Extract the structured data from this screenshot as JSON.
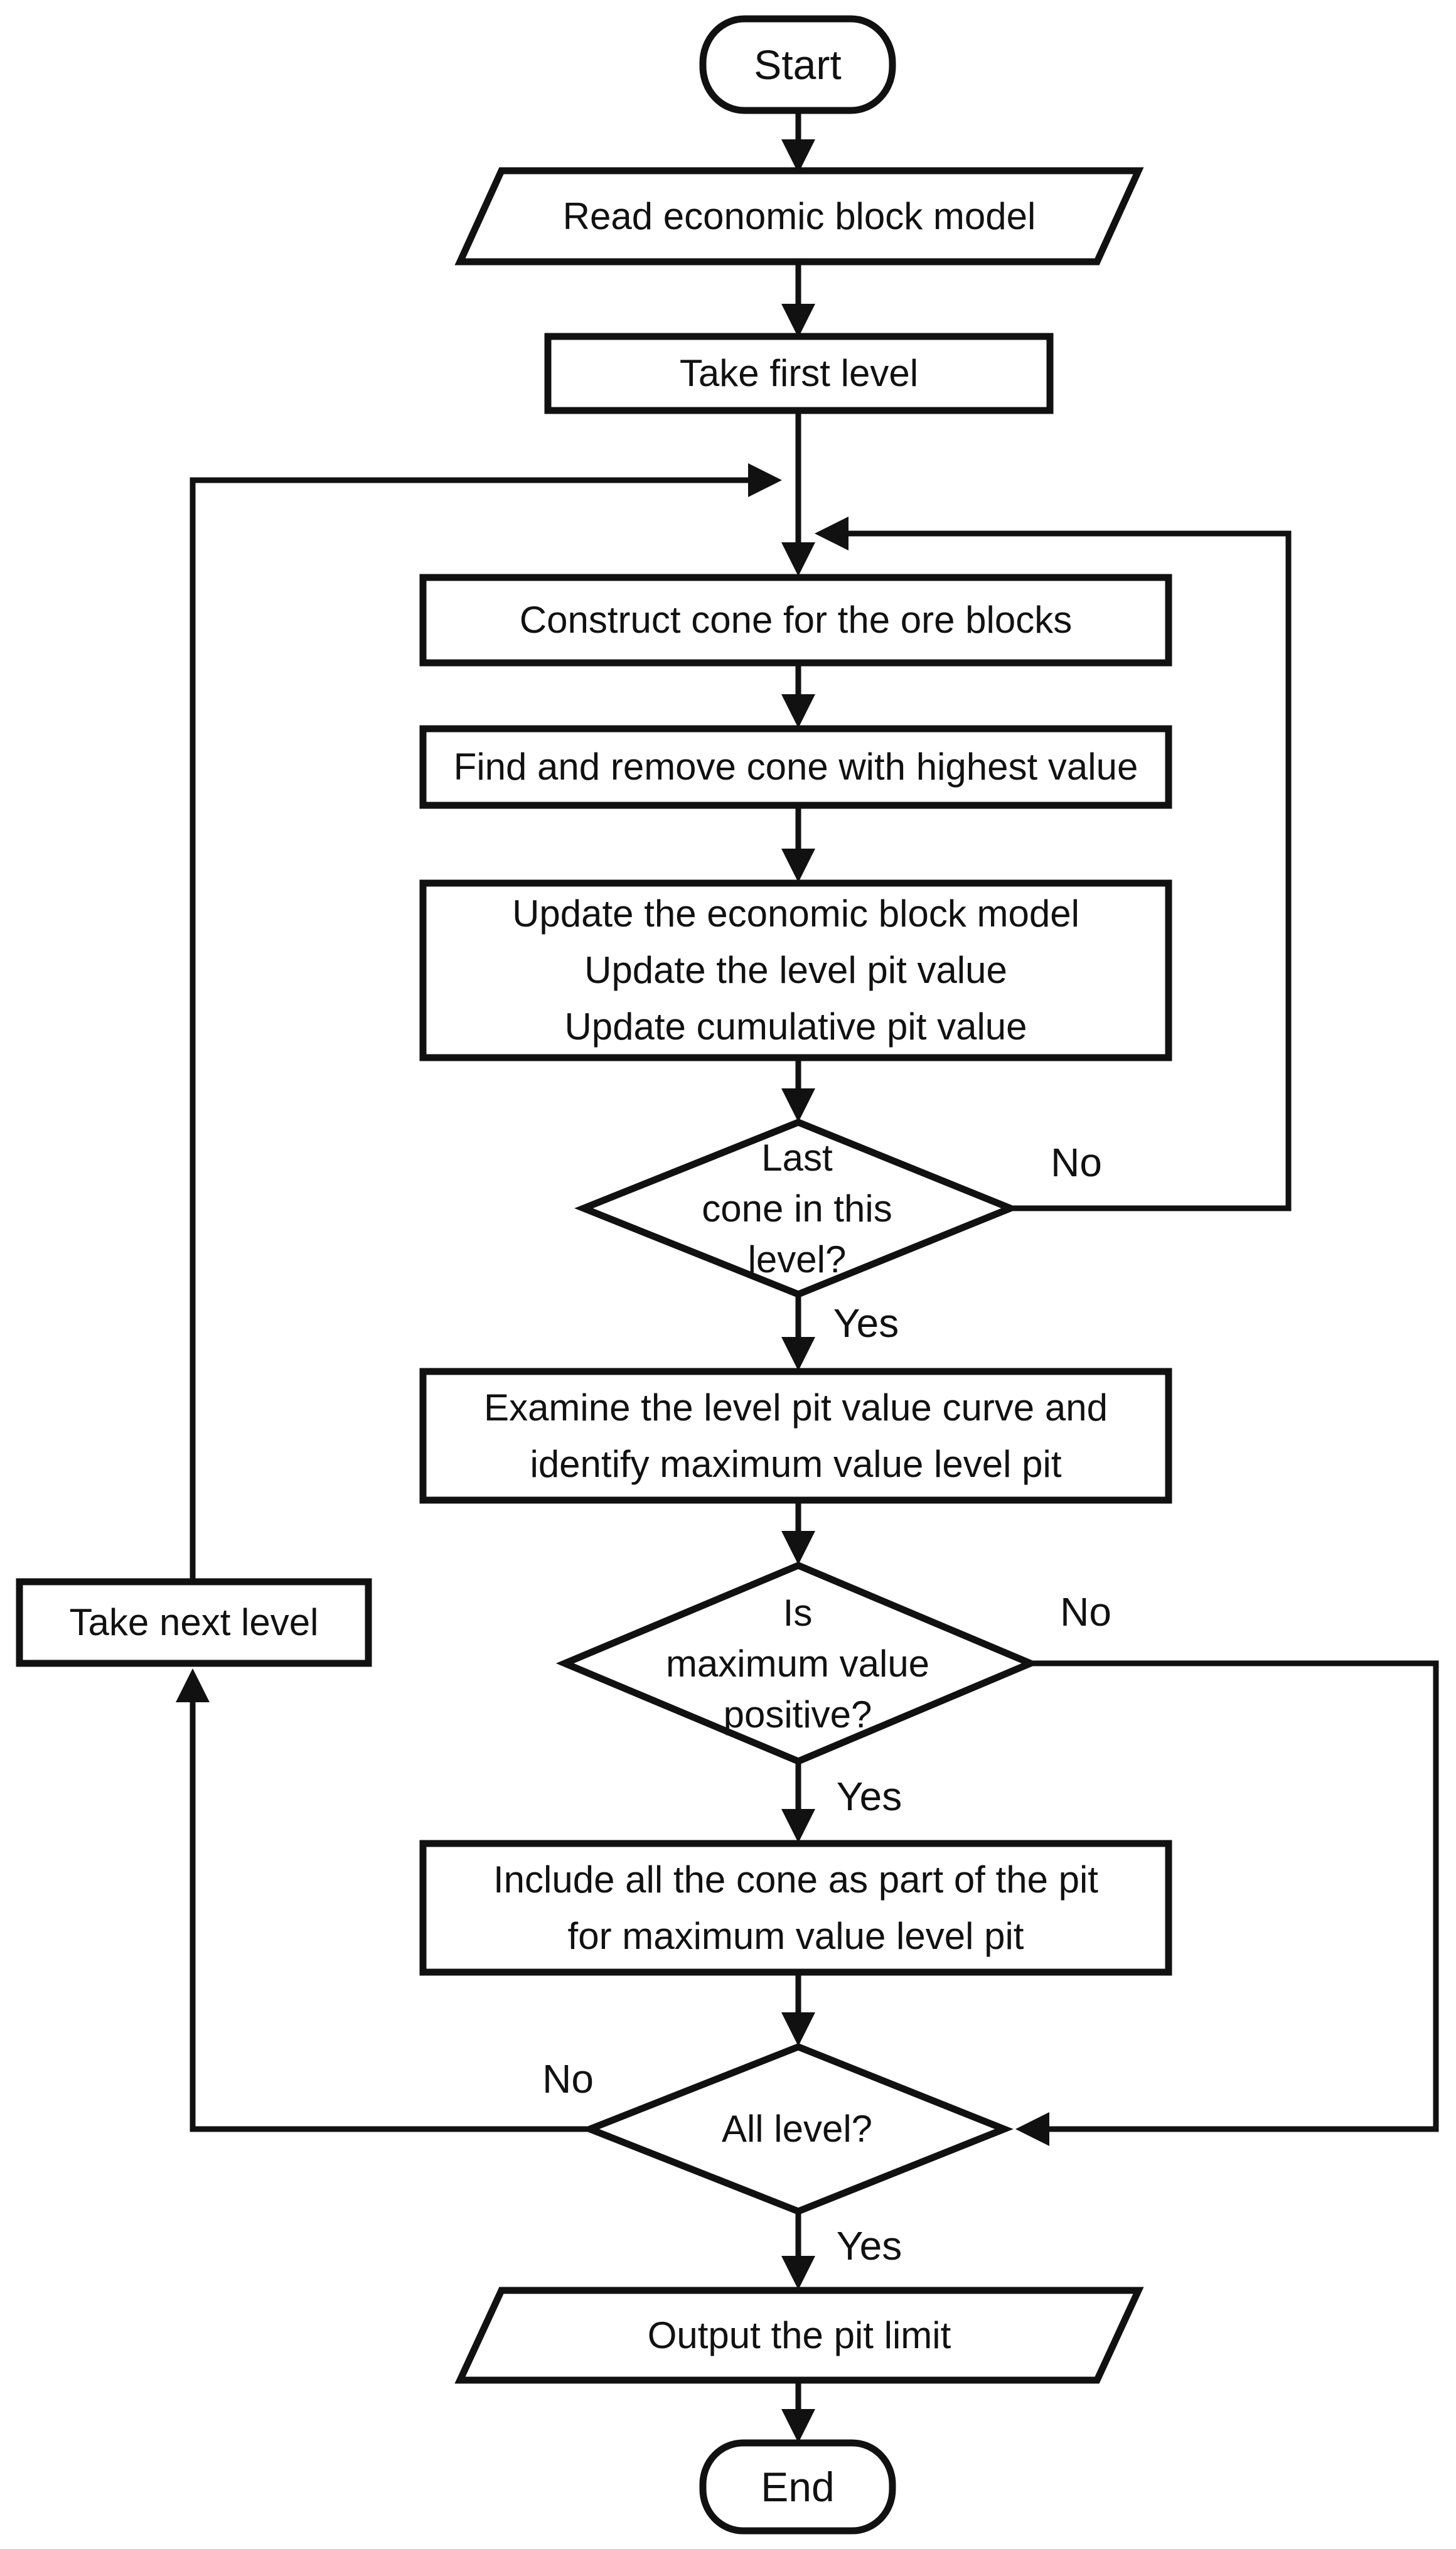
{
  "colors": {
    "ink": "#111111",
    "background": "#ffffff"
  },
  "flowchart": {
    "nodes": {
      "start": {
        "type": "terminator",
        "label": "Start"
      },
      "read_block_model": {
        "type": "input-output",
        "label": "Read  economic block model"
      },
      "take_first_level": {
        "type": "process",
        "label": "Take first level"
      },
      "construct_cone": {
        "type": "process",
        "label": "Construct cone for the ore blocks"
      },
      "find_remove_cone": {
        "type": "process",
        "label": "Find and remove cone with highest value"
      },
      "update_model": {
        "type": "process",
        "label": "Update the economic block model\nUpdate the level pit value\nUpdate cumulative pit value"
      },
      "last_cone_decision": {
        "type": "decision",
        "label": "Last\ncone in this\nlevel?"
      },
      "examine_curve": {
        "type": "process",
        "label": "Examine the level pit value curve and\nidentify maximum value level pit"
      },
      "max_value_decision": {
        "type": "decision",
        "label": "Is\nmaximum value\npositive?"
      },
      "take_next_level": {
        "type": "process",
        "label": "Take next level"
      },
      "include_cone": {
        "type": "process",
        "label": "Include all the cone as part of the pit\nfor maximum value level pit"
      },
      "all_level_decision": {
        "type": "decision",
        "label": "All level?"
      },
      "output_pit_limit": {
        "type": "input-output",
        "label": "Output the pit limit"
      },
      "end": {
        "type": "terminator",
        "label": "End"
      }
    },
    "edge_labels": {
      "last_cone_no": "No",
      "last_cone_yes": "Yes",
      "max_value_no": "No",
      "max_value_yes": "Yes",
      "all_level_no": "No",
      "all_level_yes": "Yes"
    }
  }
}
